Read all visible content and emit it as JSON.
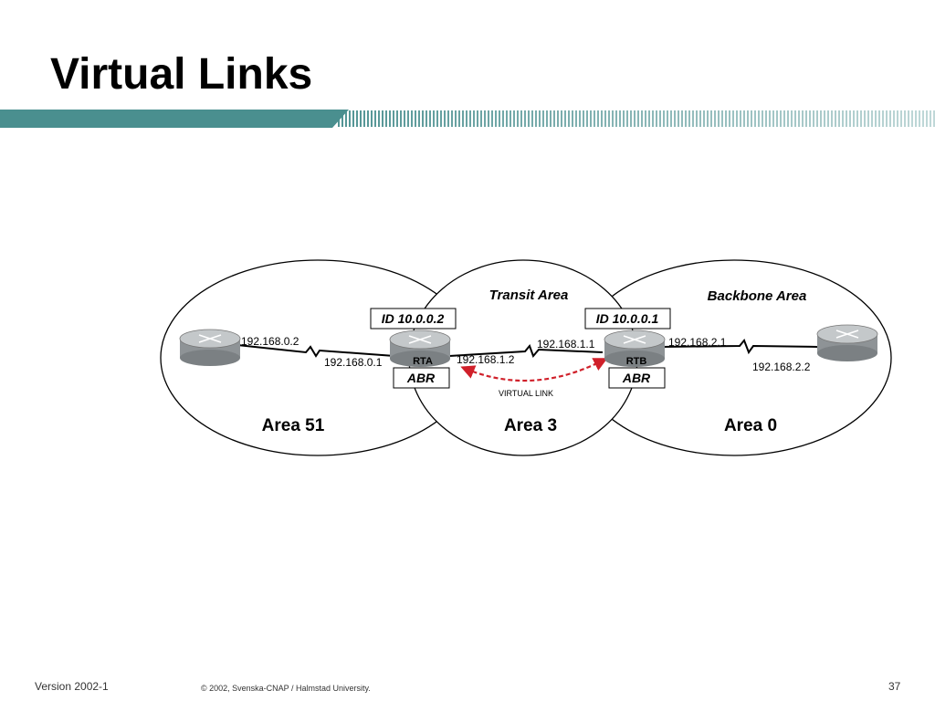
{
  "slide": {
    "title": "Virtual Links"
  },
  "diagram": {
    "areas": {
      "left": "Area 51",
      "center": "Area 3",
      "right": "Area 0"
    },
    "area_titles": {
      "transit": "Transit Area",
      "backbone": "Backbone Area"
    },
    "routers": {
      "rta": {
        "name": "RTA",
        "id": "ID 10.0.0.2",
        "role": "ABR"
      },
      "rtb": {
        "name": "RTB",
        "id": "ID 10.0.0.1",
        "role": "ABR"
      }
    },
    "addresses": {
      "left_router_ip": "192.168.0.2",
      "rta_left_ip": "192.168.0.1",
      "rta_right_ip": "192.168.1.2",
      "rtb_left_ip": "192.168.1.1",
      "rtb_right_ip": "192.168.2.1",
      "right_router_ip": "192.168.2.2"
    },
    "virtual_link_label": "VIRTUAL LINK",
    "colors": {
      "virtual_link": "#d0202a",
      "title_bar": "#4a8f8f"
    }
  },
  "footer": {
    "version": "Version 2002-1",
    "copyright": "© 2002, Svenska-CNAP / Halmstad University.",
    "page_number": "37"
  }
}
